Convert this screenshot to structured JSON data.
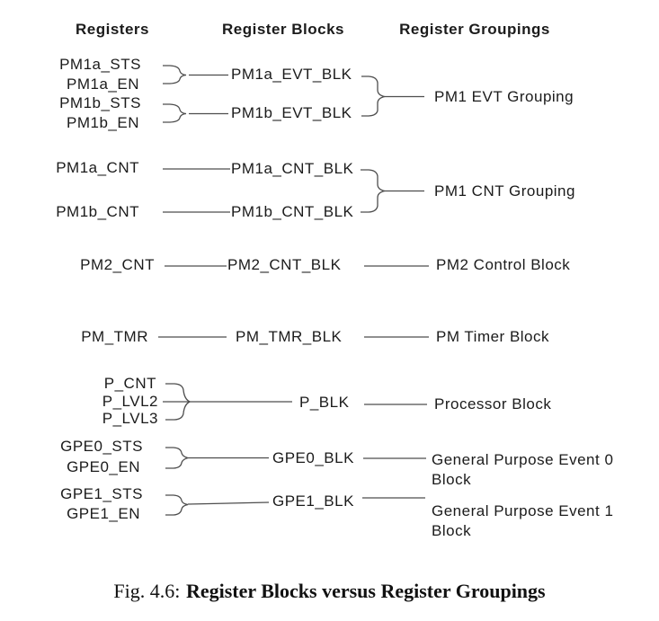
{
  "figure": {
    "columns": [
      {
        "header": "Registers",
        "items": [
          "PM1a_STS",
          "PM1a_EN",
          "PM1b_STS",
          "PM1b_EN",
          "PM1a_CNT",
          "PM1b_CNT",
          "PM2_CNT",
          "PM_TMR",
          "P_CNT",
          "P_LVL2",
          "P_LVL3",
          "GPE0_STS",
          "GPE0_EN",
          "GPE1_STS",
          "GPE1_EN"
        ]
      },
      {
        "header": "Register Blocks",
        "items": [
          "PM1a_EVT_BLK",
          "PM1b_EVT_BLK",
          "PM1a_CNT_BLK",
          "PM1b_CNT_BLK",
          "PM2_CNT_BLK",
          "PM_TMR_BLK",
          "P_BLK",
          "GPE0_BLK",
          "GPE1_BLK"
        ]
      },
      {
        "header": "Register Groupings",
        "items": [
          "PM1 EVT Grouping",
          "PM1 CNT Grouping",
          "PM2 Control Block",
          "PM Timer Block",
          "Processor Block",
          "General Purpose Event 0 Block",
          "General Purpose Event 1 Block"
        ]
      }
    ],
    "caption": {
      "prefix": "Fig. 4.6:",
      "title": "Register Blocks versus Register Groupings"
    },
    "colors": {
      "text": "#1b1b1b",
      "connector_line": "#4d4d4d",
      "background": "#ffffff"
    }
  }
}
